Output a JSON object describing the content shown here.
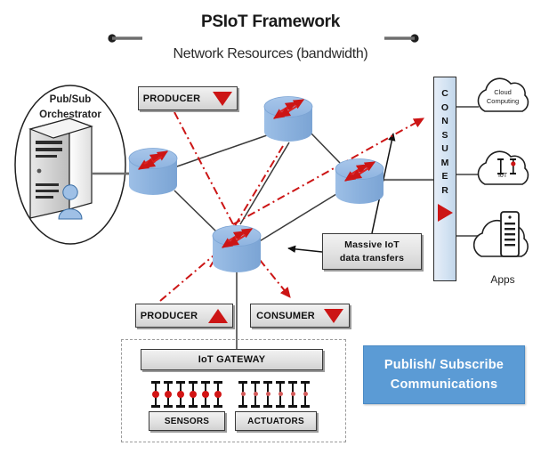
{
  "title": {
    "main": "PSIoT Framework",
    "sub": "Network Resources (bandwidth)"
  },
  "orchestrator": {
    "line1": "Pub/Sub",
    "line2": "Orchestrator",
    "icon": "server-tower-with-user-icon"
  },
  "boxes": {
    "producer_top": {
      "label": "PRODUCER",
      "marker": "red-triangle-down"
    },
    "producer_bottom": {
      "label": "PRODUCER",
      "marker": "red-triangle-up"
    },
    "consumer_bottom": {
      "label": "CONSUMER",
      "marker": "red-triangle-down"
    },
    "massive": {
      "line1": "Massive IoT",
      "line2": "data transfers"
    }
  },
  "consumer_bar": {
    "letters": [
      "C",
      "O",
      "N",
      "S",
      "U",
      "M",
      "E",
      "R"
    ],
    "marker": "red-triangle-right"
  },
  "clouds": [
    {
      "name": "cloud-computing",
      "line1": "Cloud",
      "line2": "Computing"
    },
    {
      "name": "iot-cloud",
      "label": "IoT"
    },
    {
      "name": "apps-cloud",
      "label": "Apps"
    }
  ],
  "gateway": {
    "title": "IoT GATEWAY",
    "sensors_label": "SENSORS",
    "actuators_label": "ACTUATORS",
    "sensor_count": 6,
    "actuator_count": 6
  },
  "publish_subscribe": {
    "line1": "Publish/ Subscribe",
    "line2": "Communications"
  },
  "colors": {
    "accent_red": "#cc1515",
    "router_blue": "#8fb4e0",
    "panel_blue": "#5B9BD5",
    "box_gray": "#e2e2e2",
    "outline": "#2b2b2b"
  },
  "network": {
    "routers": [
      "router-left",
      "router-top",
      "router-right",
      "router-bottom"
    ],
    "link_style_solid": "network-link",
    "link_style_dashed_red": "pubsub-flow"
  }
}
